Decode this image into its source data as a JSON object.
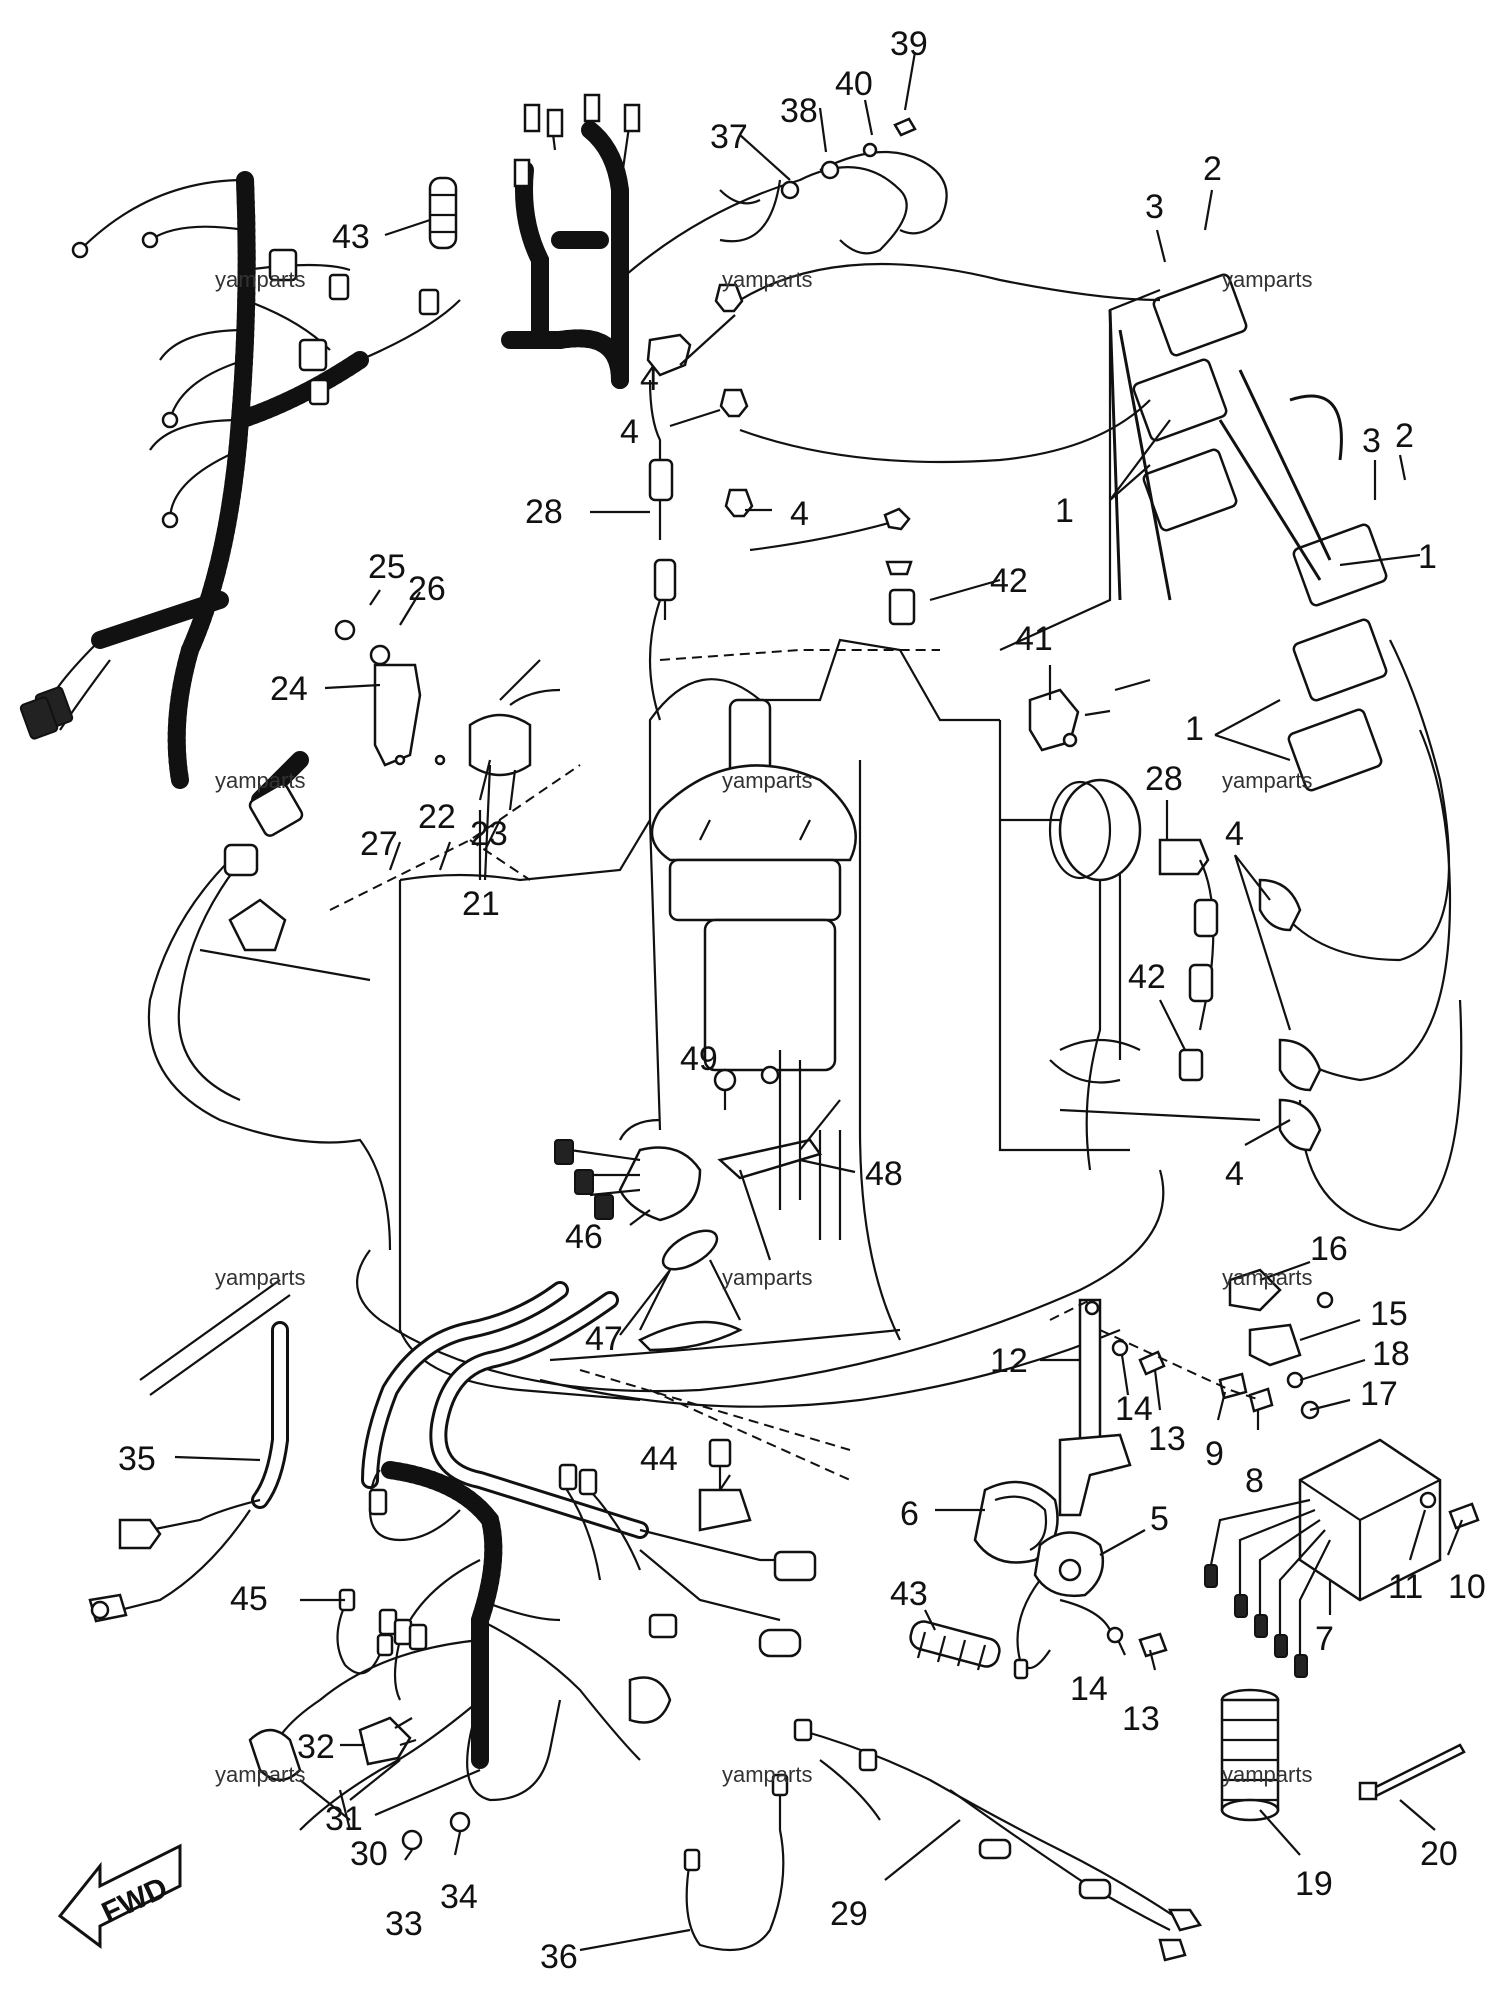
{
  "callouts": [
    {
      "id": "c39",
      "text": "39"
    },
    {
      "id": "c40",
      "text": "40"
    },
    {
      "id": "c38",
      "text": "38"
    },
    {
      "id": "c37",
      "text": "37"
    },
    {
      "id": "c43a",
      "text": "43"
    },
    {
      "id": "c2a",
      "text": "2"
    },
    {
      "id": "c3a",
      "text": "3"
    },
    {
      "id": "c4a",
      "text": "4"
    },
    {
      "id": "c4b",
      "text": "4"
    },
    {
      "id": "c4c",
      "text": "4"
    },
    {
      "id": "c28a",
      "text": "28"
    },
    {
      "id": "c3b",
      "text": "3"
    },
    {
      "id": "c2b",
      "text": "2"
    },
    {
      "id": "c1a",
      "text": "1"
    },
    {
      "id": "c1b",
      "text": "1"
    },
    {
      "id": "c42a",
      "text": "42"
    },
    {
      "id": "c25",
      "text": "25"
    },
    {
      "id": "c26",
      "text": "26"
    },
    {
      "id": "c24",
      "text": "24"
    },
    {
      "id": "c41",
      "text": "41"
    },
    {
      "id": "c1c",
      "text": "1"
    },
    {
      "id": "c28b",
      "text": "28"
    },
    {
      "id": "c4d",
      "text": "4"
    },
    {
      "id": "c27",
      "text": "27"
    },
    {
      "id": "c22",
      "text": "22"
    },
    {
      "id": "c23",
      "text": "23"
    },
    {
      "id": "c21",
      "text": "21"
    },
    {
      "id": "c42b",
      "text": "42"
    },
    {
      "id": "c49",
      "text": "49"
    },
    {
      "id": "c48",
      "text": "48"
    },
    {
      "id": "c4e",
      "text": "4"
    },
    {
      "id": "c46",
      "text": "46"
    },
    {
      "id": "c16",
      "text": "16"
    },
    {
      "id": "c47",
      "text": "47"
    },
    {
      "id": "c15",
      "text": "15"
    },
    {
      "id": "c12",
      "text": "12"
    },
    {
      "id": "c18",
      "text": "18"
    },
    {
      "id": "c17",
      "text": "17"
    },
    {
      "id": "c14a",
      "text": "14"
    },
    {
      "id": "c13a",
      "text": "13"
    },
    {
      "id": "c9",
      "text": "9"
    },
    {
      "id": "c8",
      "text": "8"
    },
    {
      "id": "c35",
      "text": "35"
    },
    {
      "id": "c44",
      "text": "44"
    },
    {
      "id": "c6",
      "text": "6"
    },
    {
      "id": "c5",
      "text": "5"
    },
    {
      "id": "c11",
      "text": "11"
    },
    {
      "id": "c10",
      "text": "10"
    },
    {
      "id": "c7",
      "text": "7"
    },
    {
      "id": "c45",
      "text": "45"
    },
    {
      "id": "c43b",
      "text": "43"
    },
    {
      "id": "c14b",
      "text": "14"
    },
    {
      "id": "c13b",
      "text": "13"
    },
    {
      "id": "c32",
      "text": "32"
    },
    {
      "id": "c31",
      "text": "31"
    },
    {
      "id": "c30",
      "text": "30"
    },
    {
      "id": "c33",
      "text": "33"
    },
    {
      "id": "c34",
      "text": "34"
    },
    {
      "id": "c29",
      "text": "29"
    },
    {
      "id": "c19",
      "text": "19"
    },
    {
      "id": "c20",
      "text": "20"
    },
    {
      "id": "c36",
      "text": "36"
    }
  ],
  "watermarks": [
    {
      "id": "w1",
      "text": "yamparts"
    },
    {
      "id": "w2",
      "text": "yamparts"
    },
    {
      "id": "w3",
      "text": "yamparts"
    },
    {
      "id": "w4",
      "text": "yamparts"
    },
    {
      "id": "w5",
      "text": "yamparts"
    },
    {
      "id": "w6",
      "text": "yamparts"
    },
    {
      "id": "w7",
      "text": "yamparts"
    },
    {
      "id": "w8",
      "text": "yamparts"
    },
    {
      "id": "w9",
      "text": "yamparts"
    },
    {
      "id": "w10",
      "text": "yamparts"
    },
    {
      "id": "w11",
      "text": "yamparts"
    },
    {
      "id": "w12",
      "text": "yamparts"
    }
  ],
  "fwd_label": "FWD"
}
